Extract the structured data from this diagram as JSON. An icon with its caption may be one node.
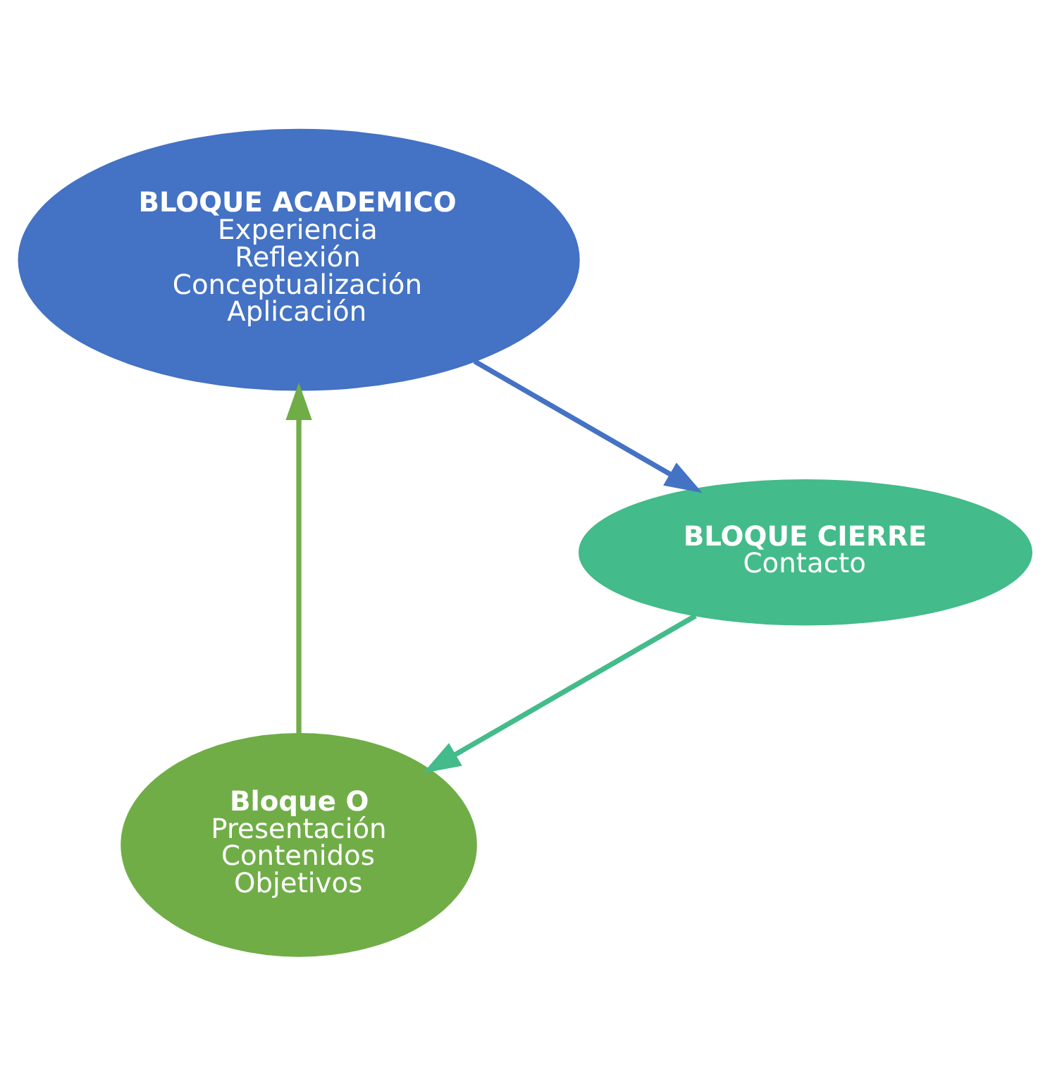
{
  "diagram": {
    "nodes": [
      {
        "text": [
          "Bloque O",
          "Presentación",
          "Contenidos",
          "Objetivos"
        ]
      },
      {
        "text": [
          "BLOQUE ACADEMICO",
          "Experiencia",
          "Reflexión",
          "Conceptualización",
          "Aplicación"
        ]
      },
      {
        "text": [
          "BLOQUE CIERRE",
          "Contacto"
        ]
      }
    ],
    "edges": [
      {
        "from": 0,
        "to": 1,
        "arrow": "to",
        "color": "#70ad47"
      },
      {
        "from": 1,
        "to": 2,
        "arrow": "to",
        "color": "#4472c4"
      },
      {
        "from": 2,
        "to": 0,
        "arrow": "to",
        "color": "#43bb8a"
      }
    ]
  }
}
